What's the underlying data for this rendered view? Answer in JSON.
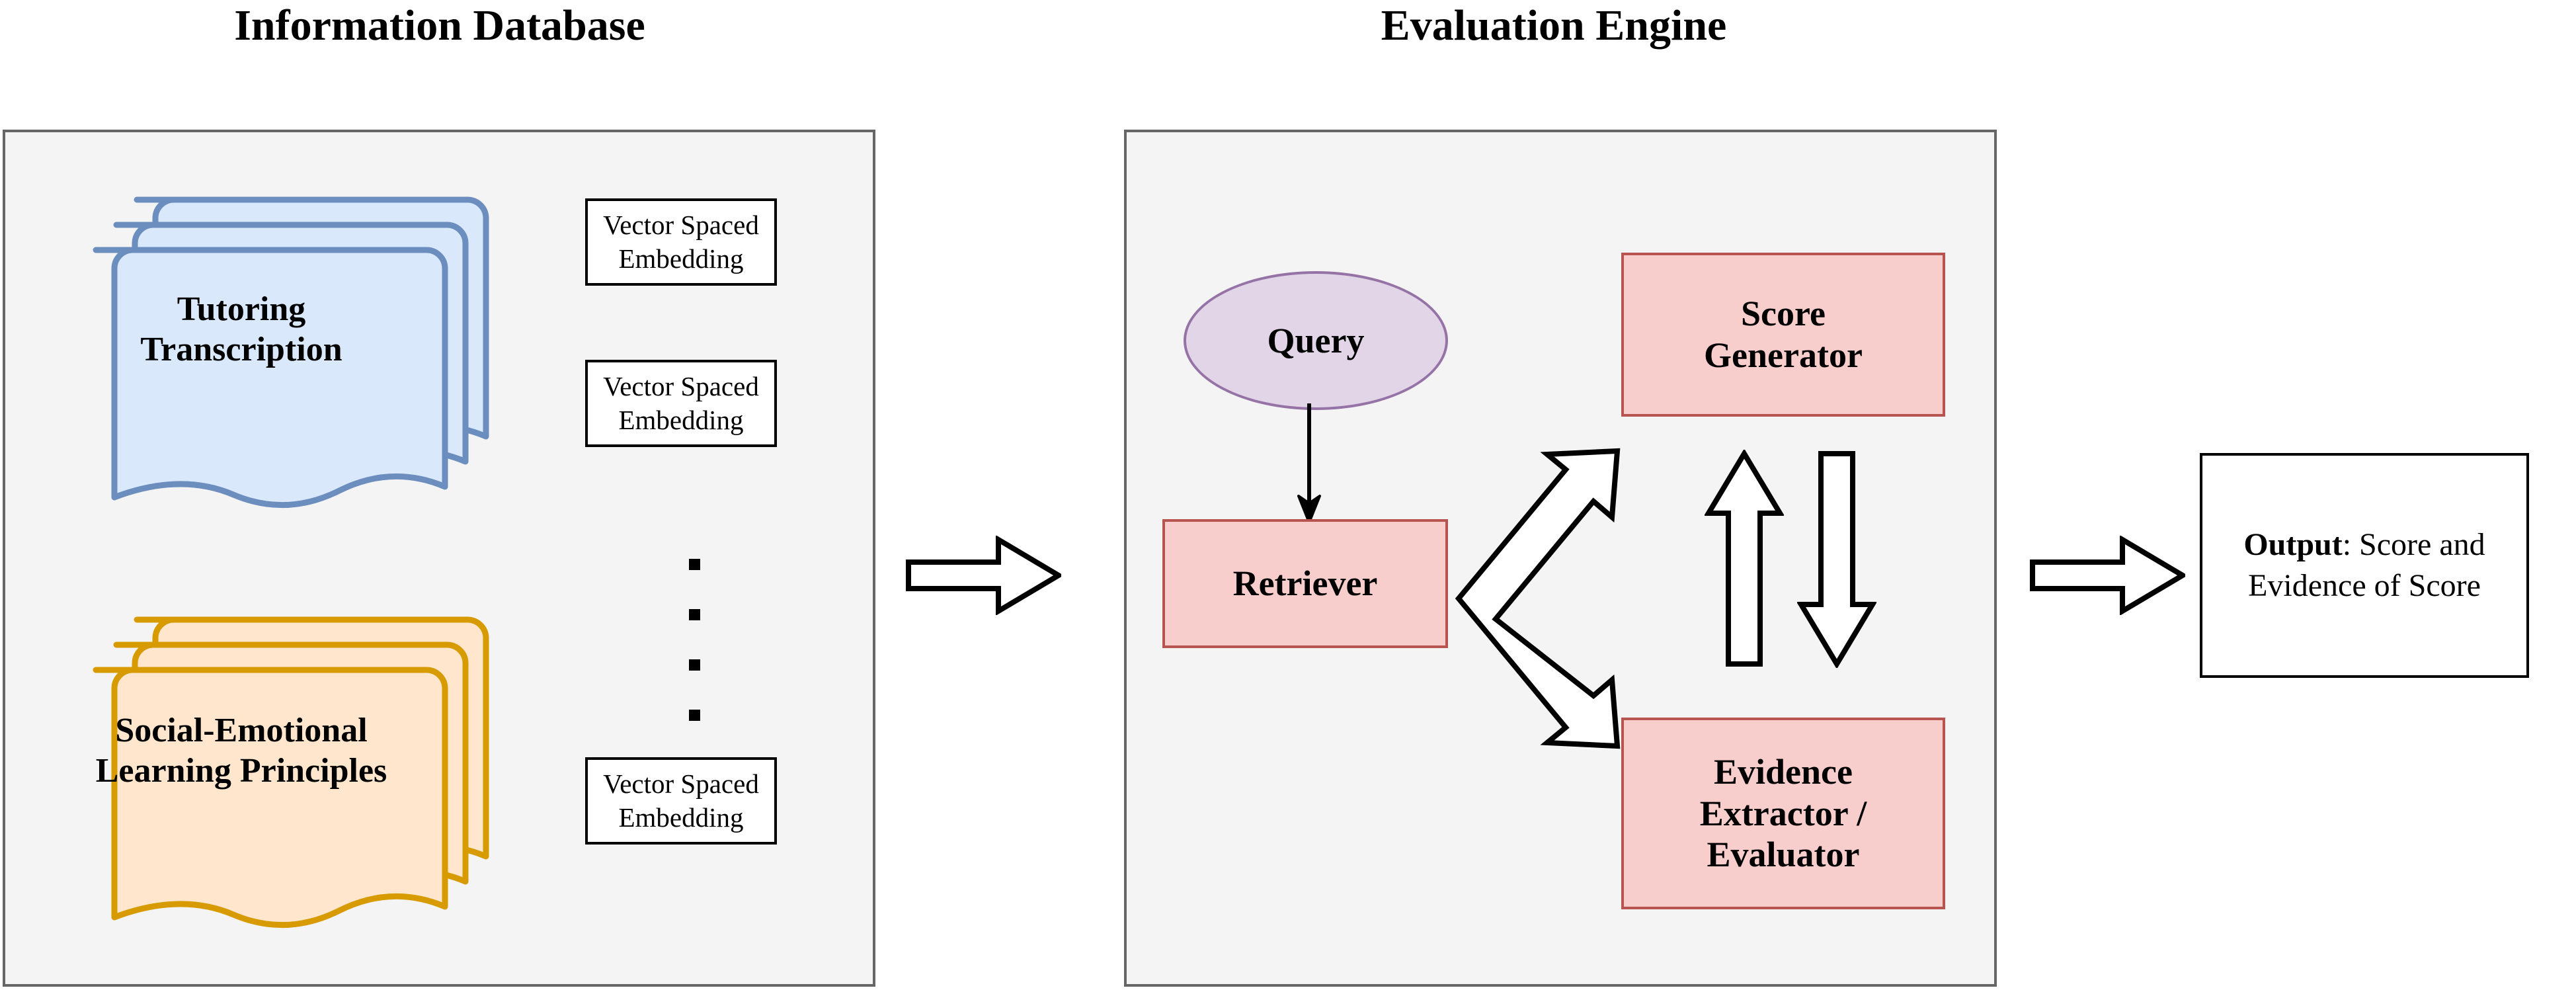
{
  "diagram": {
    "title_left": "Information Database",
    "title_right": "Evaluation Engine"
  },
  "information_database": {
    "documents": [
      {
        "name": "tutoring-transcription",
        "line1": "Tutoring",
        "line2": "Transcription",
        "fill": "#dae8fc",
        "stroke": "#6c8ebf"
      },
      {
        "name": "social-emotional-learning-principles",
        "line1": "Social-Emotional",
        "line2": "Learning Principles",
        "fill": "#ffe6cc",
        "stroke": "#d79b00"
      }
    ],
    "embeddings": [
      {
        "line1": "Vector Spaced",
        "line2": "Embedding"
      },
      {
        "line1": "Vector Spaced",
        "line2": "Embedding"
      },
      {
        "line1": "Vector Spaced",
        "line2": "Embedding"
      }
    ],
    "ellipsis_dots": 4
  },
  "evaluation_engine": {
    "query_label": "Query",
    "retriever_label": "Retriever",
    "score_generator": {
      "line1": "Score",
      "line2": "Generator"
    },
    "evidence_extractor": {
      "line1": "Evidence",
      "line2": "Extractor /",
      "line3": "Evaluator"
    }
  },
  "output": {
    "lead": "Output",
    "rest": ": Score and Evidence of Score"
  },
  "colors": {
    "panel_bg": "#f4f4f4",
    "panel_border": "#666666",
    "doc_blue_fill": "#dae8fc",
    "doc_blue_stroke": "#6c8ebf",
    "doc_orange_fill": "#ffe6cc",
    "doc_orange_stroke": "#d79b00",
    "node_pink_fill": "#f8cecc",
    "node_pink_stroke": "#b85450",
    "query_purple_fill": "#e1d5e7",
    "query_purple_stroke": "#9673a6",
    "arrow_fill": "#ffffff",
    "arrow_stroke": "#000000"
  }
}
